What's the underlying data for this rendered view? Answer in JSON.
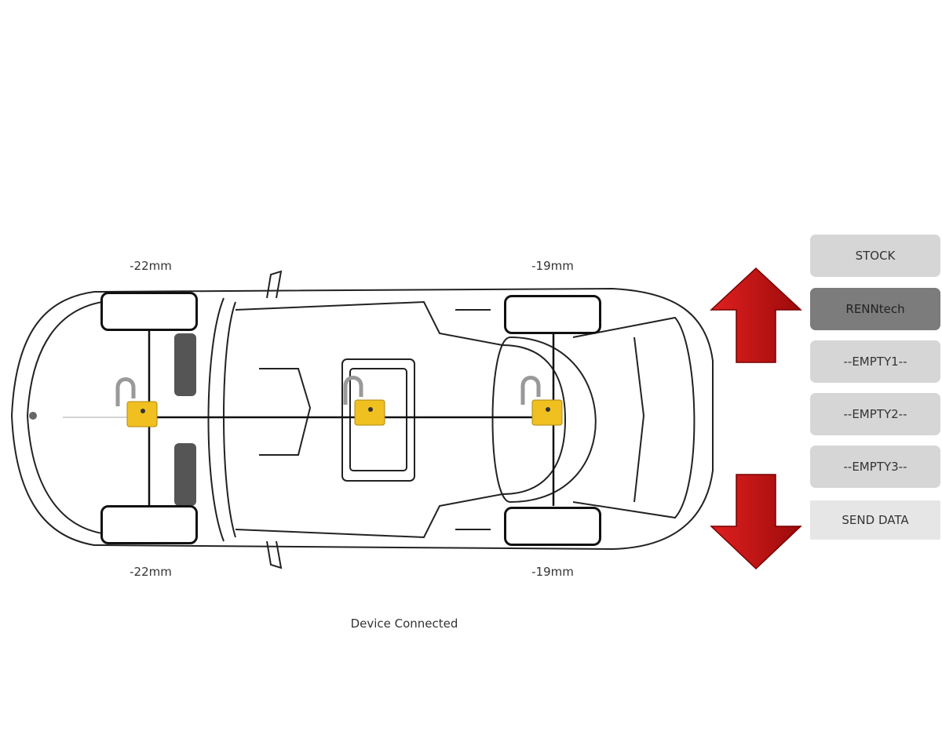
{
  "measurements": {
    "front_left": "-22mm",
    "front_right": "-22mm",
    "rear_left": "-19mm",
    "rear_right": "-19mm"
  },
  "presets": [
    {
      "label": "STOCK",
      "active": false
    },
    {
      "label": "RENNtech",
      "active": true
    },
    {
      "label": "--EMPTY1--",
      "active": false
    },
    {
      "label": "--EMPTY2--",
      "active": false
    },
    {
      "label": "--EMPTY3--",
      "active": false
    }
  ],
  "send_label": "SEND DATA",
  "status": "Device Connected",
  "icons": {
    "up": "arrow-up-icon",
    "down": "arrow-down-icon",
    "lock": "padlock-open-icon"
  },
  "colors": {
    "arrow": "#c41010",
    "lock": "#f0c020",
    "active_button": "#7c7c7c",
    "button": "#d6d6d6"
  }
}
